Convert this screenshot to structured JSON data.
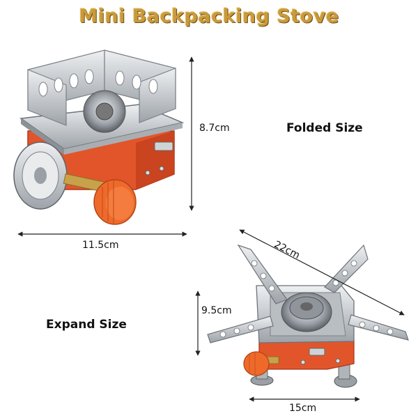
{
  "title": "Mini Backpacking Stove",
  "folded": {
    "heading": "Folded Size",
    "height": "8.7cm",
    "width": "11.5cm"
  },
  "expanded": {
    "heading": "Expand Size",
    "diagonal": "22cm",
    "height": "9.5cm",
    "width": "15cm"
  },
  "colors": {
    "title": "#c99a3c",
    "body": "#e2552b",
    "knob": "#ef6a2a",
    "steel": "#c8ccd0"
  }
}
